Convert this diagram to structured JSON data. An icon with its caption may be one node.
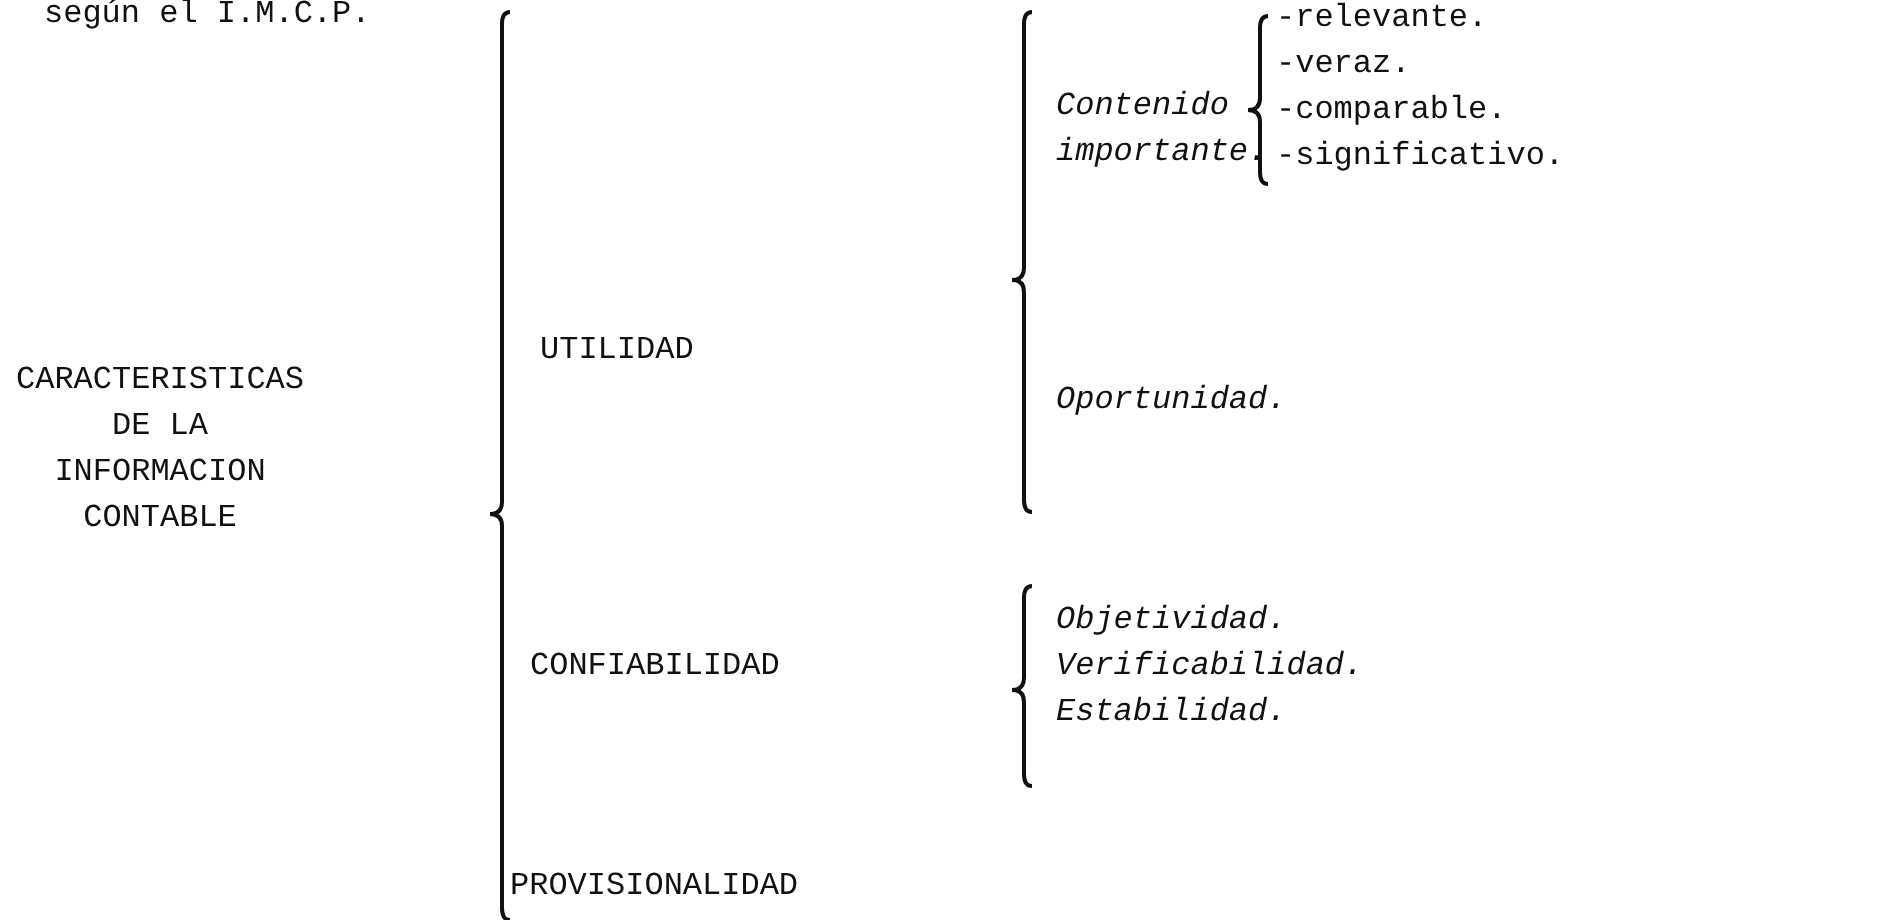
{
  "diagram": {
    "labels": [
      "según el I.M.C.P.",
      "CARACTERISTICAS DE LA INFORMACION CONTABLE",
      "UTILIDAD",
      "Contenido importante.",
      "-relevante.",
      "-veraz.",
      "-comparable.",
      "-significativo.",
      "Oportunidad.",
      "CONFIABILIDAD",
      "Objetividad.",
      "Verificabilidad.",
      "Estabilidad.",
      "PROVISIONALIDAD"
    ]
  }
}
